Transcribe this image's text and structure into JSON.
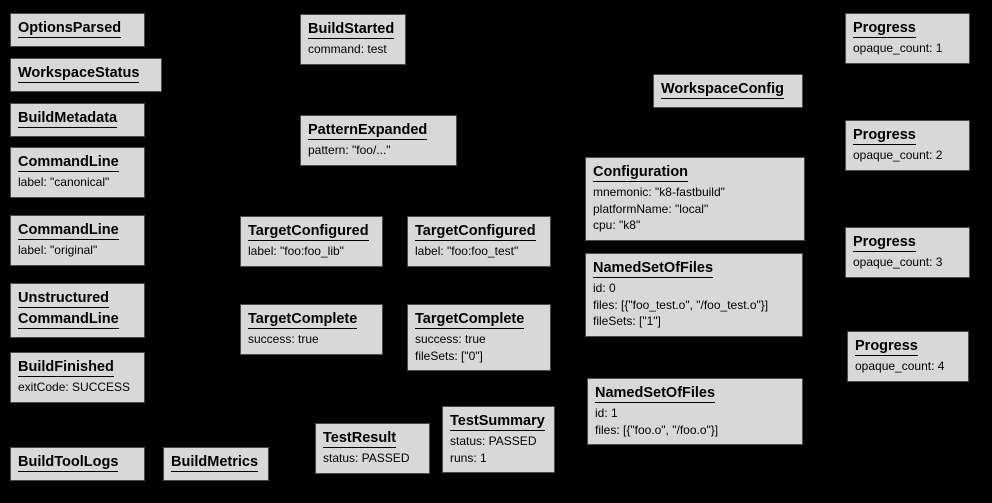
{
  "colors": {
    "background": "#000000",
    "node_fill": "#d8d8d8",
    "node_border": "#4a4a4a",
    "text": "#000000"
  },
  "nodes": [
    {
      "title": "OptionsParsed",
      "fields": []
    },
    {
      "title": "WorkspaceStatus",
      "fields": []
    },
    {
      "title": "BuildMetadata",
      "fields": []
    },
    {
      "title": "CommandLine",
      "fields": [
        "label: \"canonical\""
      ]
    },
    {
      "title": "CommandLine",
      "fields": [
        "label: \"original\""
      ]
    },
    {
      "title": "Unstructured",
      "title2": "CommandLine",
      "fields": []
    },
    {
      "title": "BuildFinished",
      "fields": [
        "exitCode: SUCCESS"
      ]
    },
    {
      "title": "BuildToolLogs",
      "fields": []
    },
    {
      "title": "BuildMetrics",
      "fields": []
    },
    {
      "title": "BuildStarted",
      "fields": [
        "command: test"
      ]
    },
    {
      "title": "PatternExpanded",
      "fields": [
        "pattern: \"foo/...\""
      ]
    },
    {
      "title": "TargetConfigured",
      "fields": [
        "label: \"foo:foo_lib\""
      ]
    },
    {
      "title": "TargetComplete",
      "fields": [
        "success: true"
      ]
    },
    {
      "title": "TestResult",
      "fields": [
        "status: PASSED"
      ]
    },
    {
      "title": "TargetConfigured",
      "fields": [
        "label: \"foo:foo_test\""
      ]
    },
    {
      "title": "TargetComplete",
      "fields": [
        "success: true",
        "fileSets: [\"0\"]"
      ]
    },
    {
      "title": "TestSummary",
      "fields": [
        "status: PASSED",
        "runs: 1"
      ]
    },
    {
      "title": "WorkspaceConfig",
      "fields": []
    },
    {
      "title": "Configuration",
      "fields": [
        "mnemonic: \"k8-fastbuild\"",
        "platformName: \"local\"",
        "cpu: \"k8\""
      ]
    },
    {
      "title": "NamedSetOfFiles",
      "fields": [
        "id: 0",
        "files: [{\"foo_test.o\", \"/foo_test.o\"}]",
        "fileSets: [\"1\"]"
      ]
    },
    {
      "title": "NamedSetOfFiles",
      "fields": [
        "id: 1",
        "files: [{\"foo.o\", \"/foo.o\"}]"
      ]
    },
    {
      "title": "Progress",
      "fields": [
        "opaque_count: 1"
      ]
    },
    {
      "title": "Progress",
      "fields": [
        "opaque_count: 2"
      ]
    },
    {
      "title": "Progress",
      "fields": [
        "opaque_count: 3"
      ]
    },
    {
      "title": "Progress",
      "fields": [
        "opaque_count: 4"
      ]
    }
  ]
}
